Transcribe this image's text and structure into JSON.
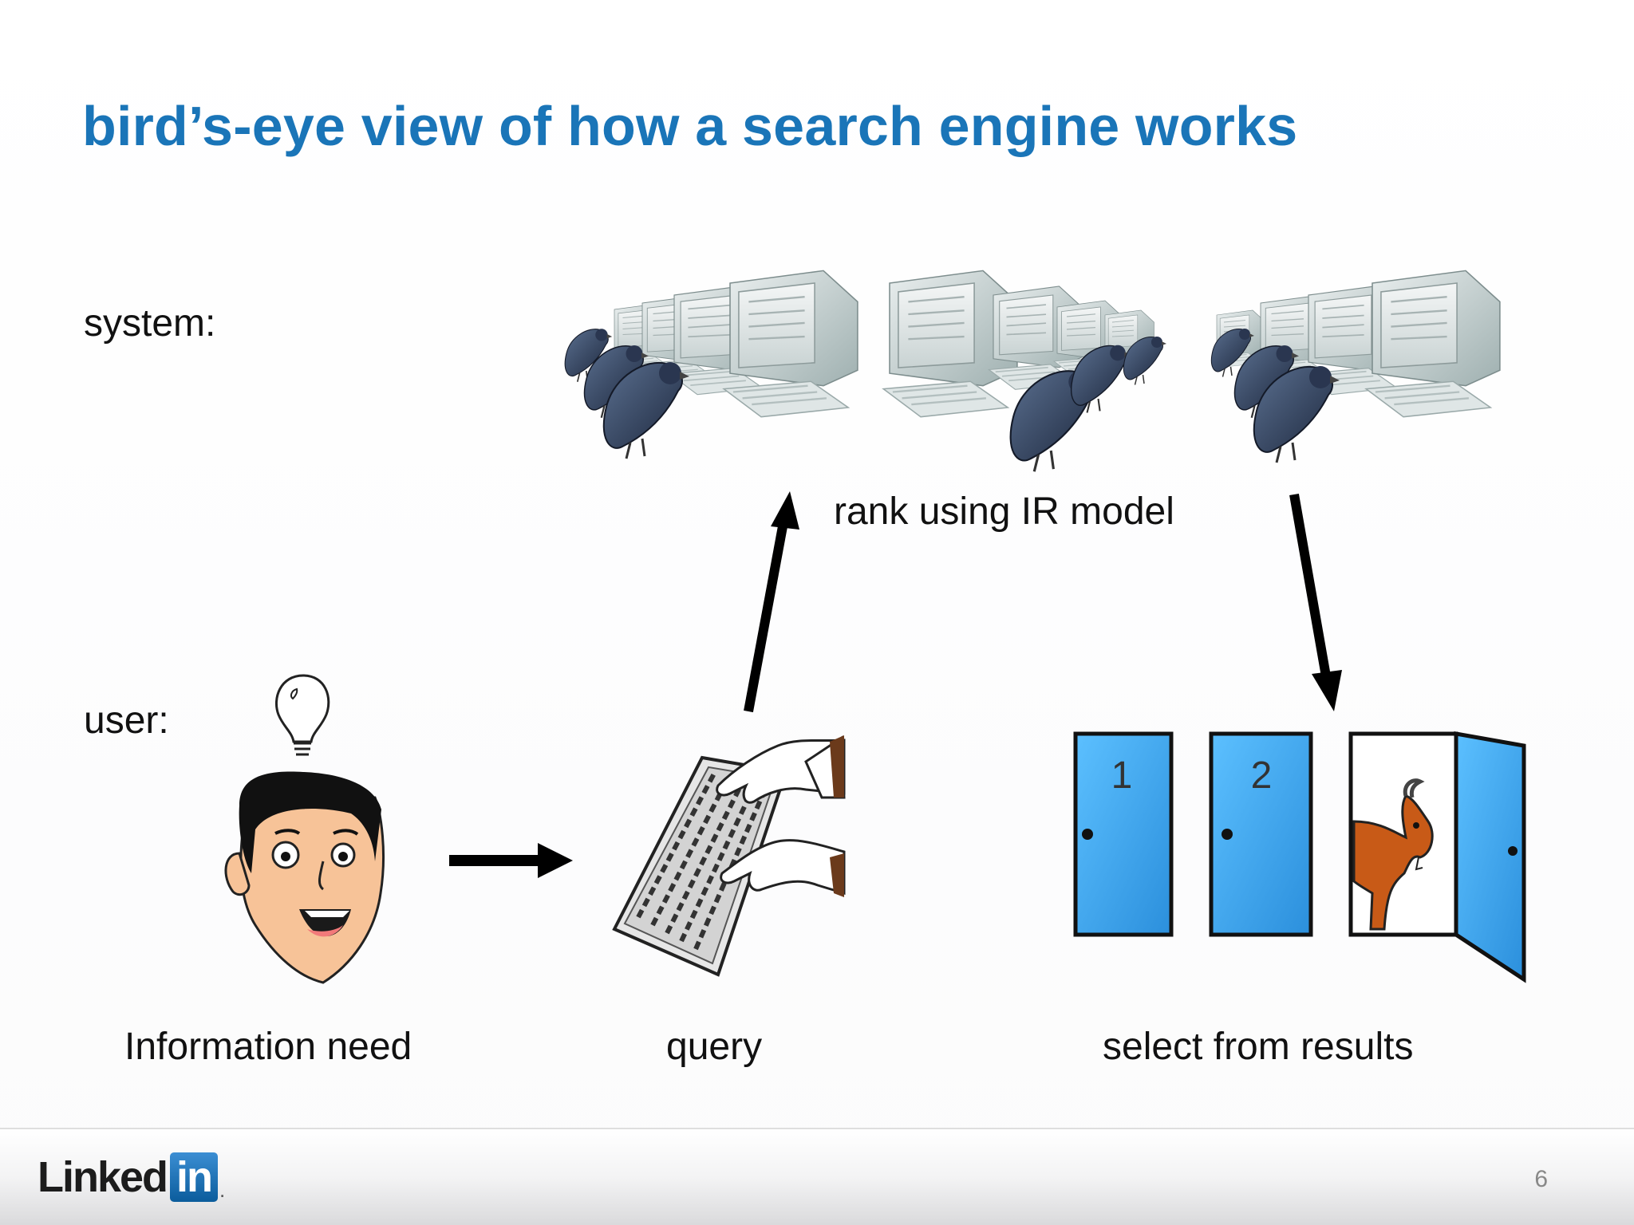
{
  "slide": {
    "title": "bird’s-eye view of how a search engine works",
    "page_number": "6"
  },
  "rows": {
    "system_label": "system:",
    "user_label": "user:"
  },
  "captions": {
    "rank": "rank using IR model",
    "information_need": "Information need",
    "query": "query",
    "select": "select from results"
  },
  "doors": {
    "door1": "1",
    "door2": "2"
  },
  "footer": {
    "logo_word": "Linked",
    "logo_box": "in",
    "logo_dot": "."
  },
  "colors": {
    "title": "#1a75b8",
    "door": "#3aa6ec",
    "goat": "#c85a17",
    "arrow": "#000000"
  }
}
